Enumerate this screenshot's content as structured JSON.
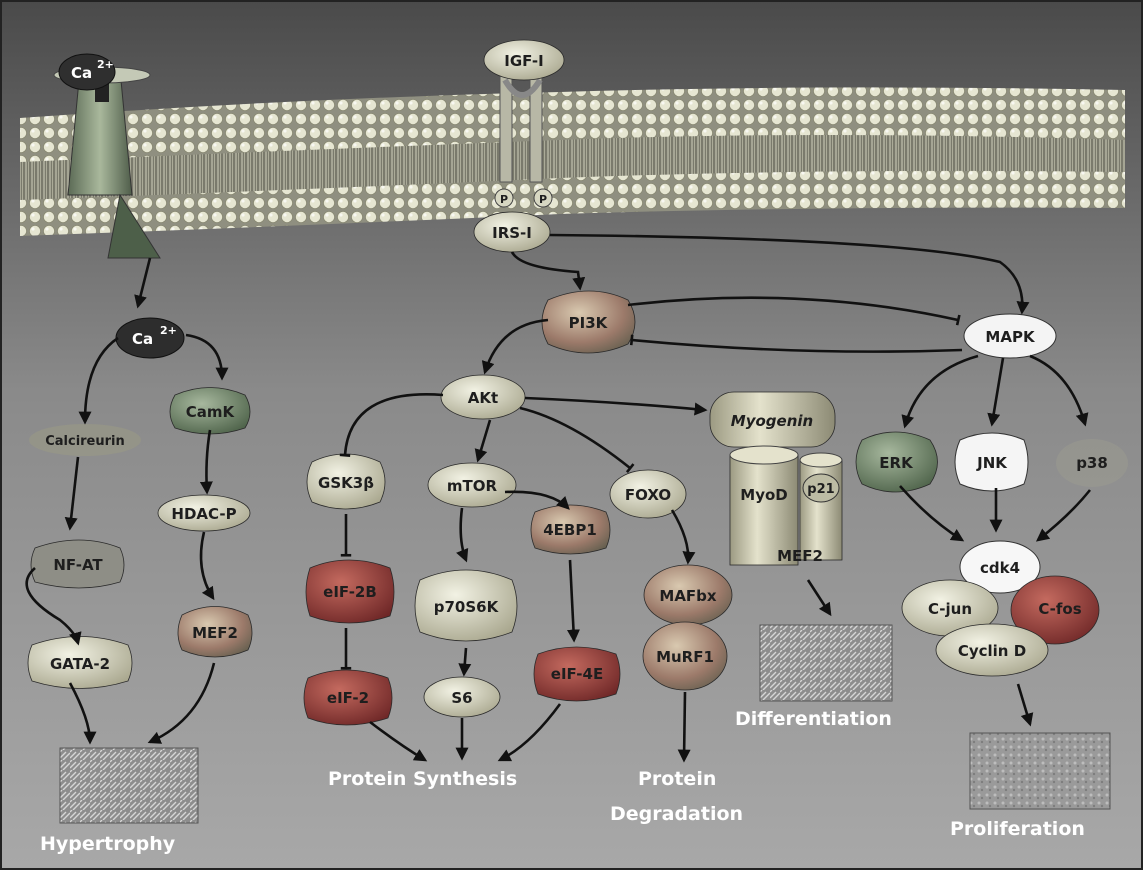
{
  "nodes": {
    "ca_top": {
      "base": "Ca",
      "sup": "2+"
    },
    "igf": "IGF-I",
    "p_left": "P",
    "p_right": "P",
    "irs": "IRS-I",
    "ca_mid": {
      "base": "Ca",
      "sup": "2+"
    },
    "pi3k": "PI3K",
    "mapk": "MAPK",
    "akt": "AKt",
    "calcineurin": "Calcireurin",
    "camk": "CamK",
    "hdac": "HDAC-P",
    "nfat": "NF-AT",
    "mef2_left": "MEF2",
    "gata": "GATA-2",
    "gsk": "GSK3β",
    "mtor": "mTOR",
    "foxo": "FOXO",
    "myogenin": "Myogenin",
    "myod": "MyoD",
    "p21": "p21",
    "mef2_right": "MEF2",
    "erk": "ERK",
    "jnk": "JNK",
    "p38": "p38",
    "eif2b": "eIF-2B",
    "p70": "p70S6K",
    "ebp": "4EBP1",
    "mafbx": "MAFbx",
    "murf": "MuRF1",
    "cdk4": "cdk4",
    "cjun": "C-jun",
    "cfos": "C-fos",
    "cyclin": "Cyclin D",
    "eif2": "eIF-2",
    "s6": "S6",
    "eif4e": "eIF-4E"
  },
  "outcomes": {
    "hypertrophy": "Hypertrophy",
    "protein_synthesis": "Protein Synthesis",
    "protein_degradation_1": "Protein",
    "protein_degradation_2": "Degradation",
    "differentiation": "Differentiation",
    "proliferation": "Proliferation"
  },
  "colors": {
    "background_top": "#5f5f5f",
    "background_bottom": "#9a9a9a",
    "membrane": "#c9c9b8",
    "node_light": "#d8d8c2",
    "node_dark": "#7a2f2f",
    "node_red": "#a63c3c",
    "node_green": "#5a7a55",
    "outcome_text": "#ffffff"
  }
}
